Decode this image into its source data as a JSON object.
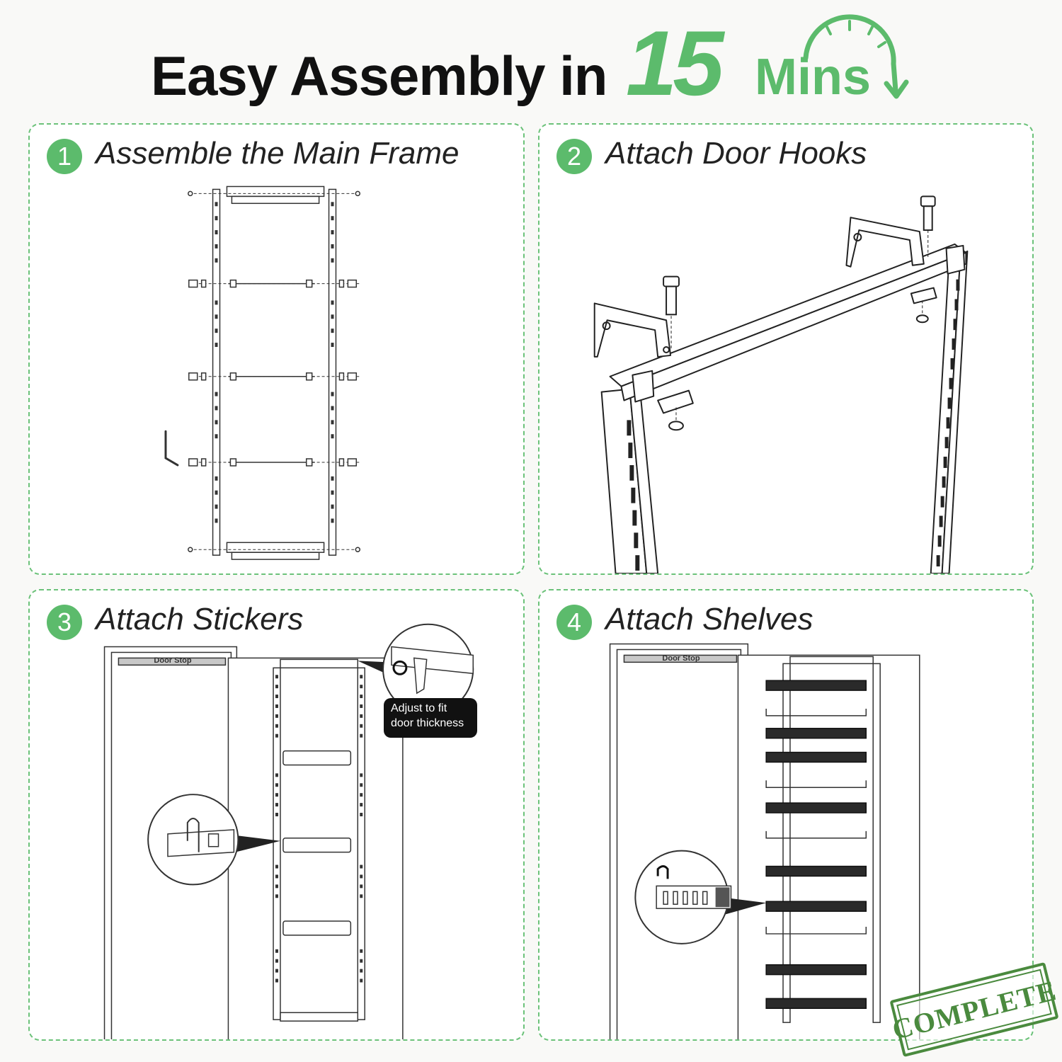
{
  "header": {
    "title_main": "Easy Assembly in",
    "title_number": "15",
    "title_unit": "Mins"
  },
  "colors": {
    "accent": "#5cbb6c",
    "stamp": "#4a8a3e",
    "text": "#111111"
  },
  "steps": [
    {
      "number": "1",
      "label": "Assemble the Main Frame"
    },
    {
      "number": "2",
      "label": "Attach Door Hooks"
    },
    {
      "number": "3",
      "label": "Attach Stickers"
    },
    {
      "number": "4",
      "label": "Attach Shelves"
    }
  ],
  "step3": {
    "door_stop_label": "Door Stop",
    "callout_line1": "Adjust to fit",
    "callout_line2": "door thickness"
  },
  "step4": {
    "door_stop_label": "Door Stop"
  },
  "stamp": {
    "text": "COMPLETE"
  },
  "icons": [
    "clock-arrow-icon",
    "allen-key-icon",
    "screw-icon",
    "magnifier-callout-icon"
  ]
}
